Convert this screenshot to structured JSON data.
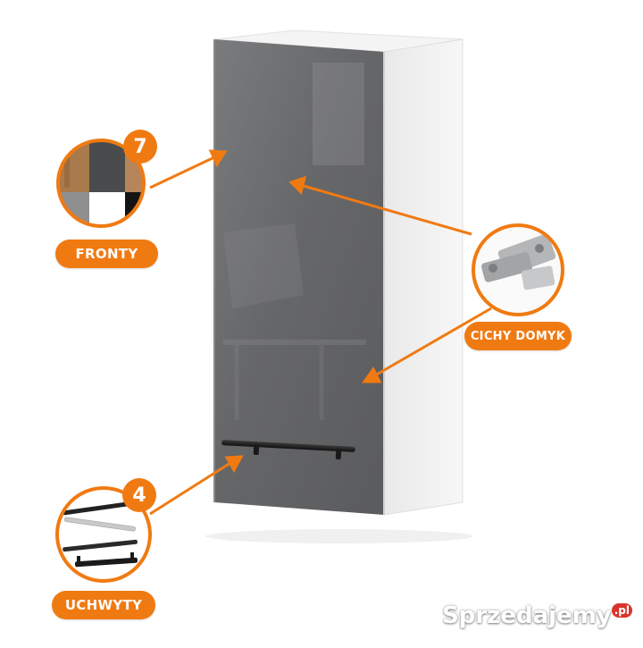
{
  "labels": {
    "fronts": "FRONTY",
    "soft_close": "CICHY DOMYK",
    "handles": "UCHWYTY"
  },
  "badges": {
    "fronts_count": "7",
    "handles_count": "4"
  },
  "watermark": {
    "name": "Sprzedajemy",
    "suffix": ".pl"
  },
  "colors": {
    "accent_orange": "#f07a12",
    "front_gray": "#6b6c6e",
    "body_white": "#ffffff"
  }
}
